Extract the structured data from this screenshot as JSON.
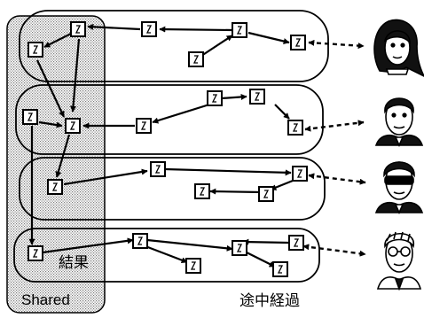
{
  "labels": {
    "shared": "Shared",
    "result": "結果",
    "intermediate": "途中経過"
  },
  "colors": {
    "stroke": "#000000",
    "shared_region_fill": "#d4d4d4",
    "background": "#ffffff"
  },
  "icons": [
    "woman-face-icon",
    "man-face-icon",
    "sunglasses-man-face-icon",
    "glasses-man-face-icon"
  ]
}
